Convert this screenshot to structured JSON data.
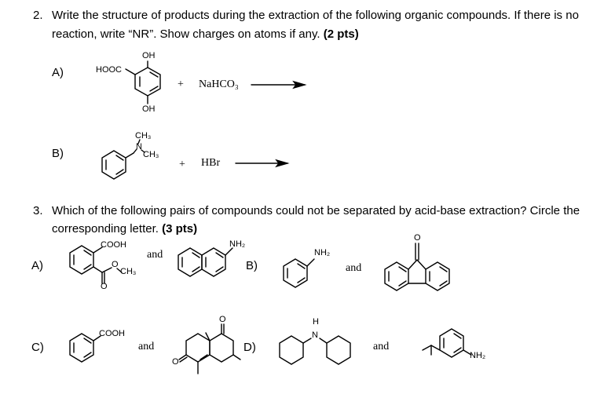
{
  "q2": {
    "number": "2.",
    "line1": "Write the structure of products during the extraction of the following organic compounds. If there is no",
    "line2_prefix": "reaction, write “NR”. Show charges on atoms if any.",
    "line2_pts": "(2 pts)",
    "partA": {
      "label": "A)",
      "substituent_top": "OH",
      "substituent_left": "HOOC",
      "substituent_bottom": "OH",
      "plus": "+",
      "reagent": "NaHCO₃"
    },
    "partB": {
      "label": "B)",
      "methyl_top": "CH₃",
      "nitrogen": "N",
      "methyl_right": "CH₃",
      "plus": "+",
      "reagent": "HBr"
    }
  },
  "q3": {
    "number": "3.",
    "line1": "Which of the following pairs of compounds could not be separated by acid-base extraction? Circle the",
    "line2_prefix": "corresponding letter.",
    "line2_pts": "(3 pts)",
    "optA": {
      "label": "A)",
      "cooh": "COOH",
      "ester_o": "O",
      "ester_ch3": "CH₃",
      "carbonyl_o": "O",
      "and": "and",
      "nh2": "NH₂"
    },
    "optB": {
      "label": "B)",
      "nh2": "NH₂",
      "and": "and",
      "ketone_o": "O"
    },
    "optC": {
      "label": "C)",
      "cooh": "COOH",
      "and": "and",
      "ketone_o_top": "O",
      "ketone_o_left": "O"
    },
    "optD": {
      "label": "D)",
      "amine_h": "H",
      "amine_n": "N",
      "and": "and",
      "nh2": "NH₂"
    }
  }
}
